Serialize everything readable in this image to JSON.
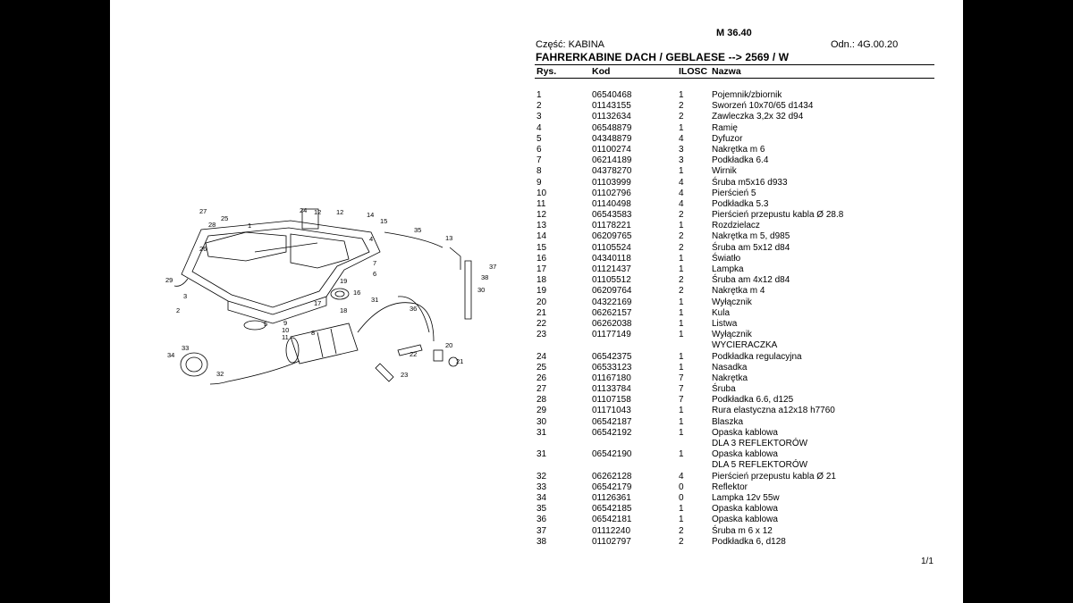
{
  "header": {
    "model": "M 36.40",
    "part": "Część: KABINA",
    "ref": "Odn.: 4G.00.20",
    "title": "FAHRERKABINE DACH / GEBLAESE --> 2569 / W"
  },
  "columns": {
    "rys": "Rys.",
    "kod": "Kod",
    "ilosc": "ILOSC",
    "nazwa": "Nazwa"
  },
  "rows": [
    {
      "rys": "1",
      "kod": "06540468",
      "il": "1",
      "nazwa": "Pojemnik/zbiornik"
    },
    {
      "rys": "2",
      "kod": "01143155",
      "il": "2",
      "nazwa": "Sworzeń 10x70/65 d1434"
    },
    {
      "rys": "3",
      "kod": "01132634",
      "il": "2",
      "nazwa": "Zawleczka 3,2x 32 d94"
    },
    {
      "rys": "4",
      "kod": "06548879",
      "il": "1",
      "nazwa": "Ramię"
    },
    {
      "rys": "5",
      "kod": "04348879",
      "il": "4",
      "nazwa": "Dyfuzor"
    },
    {
      "rys": "6",
      "kod": "01100274",
      "il": "3",
      "nazwa": "Nakrętka m 6"
    },
    {
      "rys": "7",
      "kod": "06214189",
      "il": "3",
      "nazwa": "Podkładka 6.4"
    },
    {
      "rys": "8",
      "kod": "04378270",
      "il": "1",
      "nazwa": "Wirnik"
    },
    {
      "rys": "9",
      "kod": "01103999",
      "il": "4",
      "nazwa": "Śruba m5x16 d933"
    },
    {
      "rys": "10",
      "kod": "01102796",
      "il": "4",
      "nazwa": "Pierścień 5"
    },
    {
      "rys": "11",
      "kod": "01140498",
      "il": "4",
      "nazwa": "Podkładka 5.3"
    },
    {
      "rys": "12",
      "kod": "06543583",
      "il": "2",
      "nazwa": "Pierścień przepustu kabla Ø 28.8"
    },
    {
      "rys": "13",
      "kod": "01178221",
      "il": "1",
      "nazwa": "Rozdzielacz"
    },
    {
      "rys": "14",
      "kod": "06209765",
      "il": "2",
      "nazwa": "Nakrętka m 5, d985"
    },
    {
      "rys": "15",
      "kod": "01105524",
      "il": "2",
      "nazwa": "Śruba am 5x12 d84"
    },
    {
      "rys": "16",
      "kod": "04340118",
      "il": "1",
      "nazwa": "Światło"
    },
    {
      "rys": "17",
      "kod": "01121437",
      "il": "1",
      "nazwa": "Lampka"
    },
    {
      "rys": "18",
      "kod": "01105512",
      "il": "2",
      "nazwa": "Śruba am 4x12 d84"
    },
    {
      "rys": "19",
      "kod": "06209764",
      "il": "2",
      "nazwa": "Nakrętka m 4"
    },
    {
      "rys": "20",
      "kod": "04322169",
      "il": "1",
      "nazwa": "Wyłącznik"
    },
    {
      "rys": "21",
      "kod": "06262157",
      "il": "1",
      "nazwa": "Kula"
    },
    {
      "rys": "22",
      "kod": "06262038",
      "il": "1",
      "nazwa": "Listwa"
    },
    {
      "rys": "23",
      "kod": "01177149",
      "il": "1",
      "nazwa": "Wyłącznik"
    },
    {
      "rys": "",
      "kod": "",
      "il": "",
      "nazwa": "WYCIERACZKA"
    },
    {
      "rys": "24",
      "kod": "06542375",
      "il": "1",
      "nazwa": "Podkładka regulacyjna"
    },
    {
      "rys": "25",
      "kod": "06533123",
      "il": "1",
      "nazwa": "Nasadka"
    },
    {
      "rys": "26",
      "kod": "01167180",
      "il": "7",
      "nazwa": "Nakrętka"
    },
    {
      "rys": "27",
      "kod": "01133784",
      "il": "7",
      "nazwa": "Śruba"
    },
    {
      "rys": "28",
      "kod": "01107158",
      "il": "7",
      "nazwa": "Podkładka 6.6, d125"
    },
    {
      "rys": "29",
      "kod": "01171043",
      "il": "1",
      "nazwa": "Rura elastyczna a12x18 h7760"
    },
    {
      "rys": "30",
      "kod": "06542187",
      "il": "1",
      "nazwa": "Blaszka"
    },
    {
      "rys": "31",
      "kod": "06542192",
      "il": "1",
      "nazwa": "Opaska kablowa"
    },
    {
      "rys": "",
      "kod": "",
      "il": "",
      "nazwa": "DLA 3 REFLEKTORÓW"
    },
    {
      "rys": "31",
      "kod": "06542190",
      "il": "1",
      "nazwa": "Opaska kablowa"
    },
    {
      "rys": "",
      "kod": "",
      "il": "",
      "nazwa": "DLA 5 REFLEKTORÓW"
    },
    {
      "rys": "32",
      "kod": "06262128",
      "il": "4",
      "nazwa": "Pierścień przepustu kabla Ø 21"
    },
    {
      "rys": "33",
      "kod": "06542179",
      "il": "0",
      "nazwa": "Reflektor"
    },
    {
      "rys": "34",
      "kod": "01126361",
      "il": "0",
      "nazwa": "Lampka 12v 55w"
    },
    {
      "rys": "35",
      "kod": "06542185",
      "il": "1",
      "nazwa": "Opaska kablowa"
    },
    {
      "rys": "36",
      "kod": "06542181",
      "il": "1",
      "nazwa": "Opaska kablowa"
    },
    {
      "rys": "37",
      "kod": "01112240",
      "il": "2",
      "nazwa": "Śruba m 6 x 12"
    },
    {
      "rys": "38",
      "kod": "01102797",
      "il": "2",
      "nazwa": "Podkładka 6, d128"
    }
  ],
  "diagram_labels": [
    "1",
    "2",
    "3",
    "4",
    "5",
    "6",
    "7",
    "8",
    "9",
    "10",
    "11",
    "12",
    "12",
    "13",
    "14",
    "15",
    "16",
    "17",
    "18",
    "19",
    "20",
    "21",
    "22",
    "23",
    "24",
    "25",
    "26",
    "27",
    "28",
    "29",
    "30",
    "31",
    "32",
    "33",
    "34",
    "35",
    "36",
    "37",
    "38"
  ],
  "pager": "1/1"
}
